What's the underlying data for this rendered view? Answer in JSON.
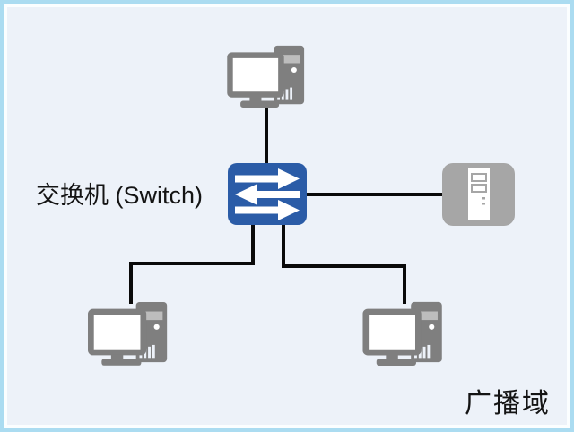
{
  "diagram": {
    "type": "network-topology",
    "labels": {
      "switch": "交换机 (Switch)",
      "broadcast_domain": "广播域"
    },
    "nodes": [
      {
        "id": "pc-top",
        "kind": "desktop-computer"
      },
      {
        "id": "switch-center",
        "kind": "switch"
      },
      {
        "id": "server-right",
        "kind": "server"
      },
      {
        "id": "pc-bottom-left",
        "kind": "desktop-computer"
      },
      {
        "id": "pc-bottom-right",
        "kind": "desktop-computer"
      }
    ],
    "connections": [
      {
        "from": "pc-top",
        "to": "switch-center"
      },
      {
        "from": "switch-center",
        "to": "server-right"
      },
      {
        "from": "switch-center",
        "to": "pc-bottom-left"
      },
      {
        "from": "switch-center",
        "to": "pc-bottom-right"
      }
    ],
    "colors": {
      "background": "#edf2f9",
      "frame_border": "#abdcf1",
      "frame_inner": "#fbfeff",
      "switch_blue": "#2b5ca7",
      "device_gray": "#7f7f7f",
      "server_gray": "#a6a6a6",
      "cable_black": "#0a0a0a",
      "text": "#141414"
    }
  }
}
